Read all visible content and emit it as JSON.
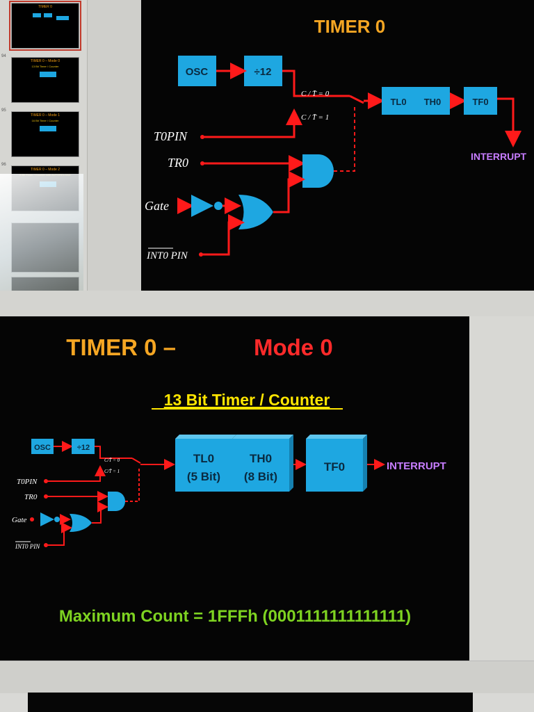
{
  "thumbnails": [
    {
      "title": "TIMER 0",
      "subtitle": "",
      "num": ""
    },
    {
      "title": "TIMER 0 – Mode 0",
      "subtitle": "13 Bit Timer / Counter",
      "num": "94"
    },
    {
      "title": "TIMER 0 – Mode 1",
      "subtitle": "16 Bit Timer / Counter",
      "num": "95"
    },
    {
      "title": "TIMER 0 – Mode 2",
      "subtitle": "8 Bit Timer / Counter with AUTORELOAD",
      "num": "96"
    }
  ],
  "slide1": {
    "title": "TIMER 0",
    "osc": "OSC",
    "div": "÷12",
    "ct0": "C / T̄ = 0",
    "ct1": "C / T̄ = 1",
    "t0pin": "T0PIN",
    "tr0": "TR0",
    "gate": "Gate",
    "int0pin": "INT0 PIN",
    "tl0": "TL0",
    "th0": "TH0",
    "tf0": "TF0",
    "interrupt": "INTERRUPT"
  },
  "slide2": {
    "title_a": "TIMER 0 –",
    "title_b": "Mode 0",
    "subtitle": "13 Bit Timer / Counter",
    "osc": "OSC",
    "div": "÷12",
    "ct0": "C/T̄ = 0",
    "ct1": "C/T̄ = 1",
    "t0pin": "T0PIN",
    "tr0": "TR0",
    "gate": "Gate",
    "int0pin": "INT0 PIN",
    "tl0": "TL0",
    "tl0_bits": "(5 Bit)",
    "th0": "TH0",
    "th0_bits": "(8 Bit)",
    "tf0": "TF0",
    "interrupt": "INTERRUPT",
    "max_count": "Maximum Count = 1FFFh  (0001111111111111)"
  },
  "colors": {
    "wire": "#ff1a1a",
    "box": "#1ea7e1",
    "title_orange": "#f5a623",
    "title_red": "#ff2a2a",
    "subtitle_yellow": "#ffe600",
    "interrupt_purple": "#c77dff",
    "maxcount_green": "#7ed321"
  }
}
